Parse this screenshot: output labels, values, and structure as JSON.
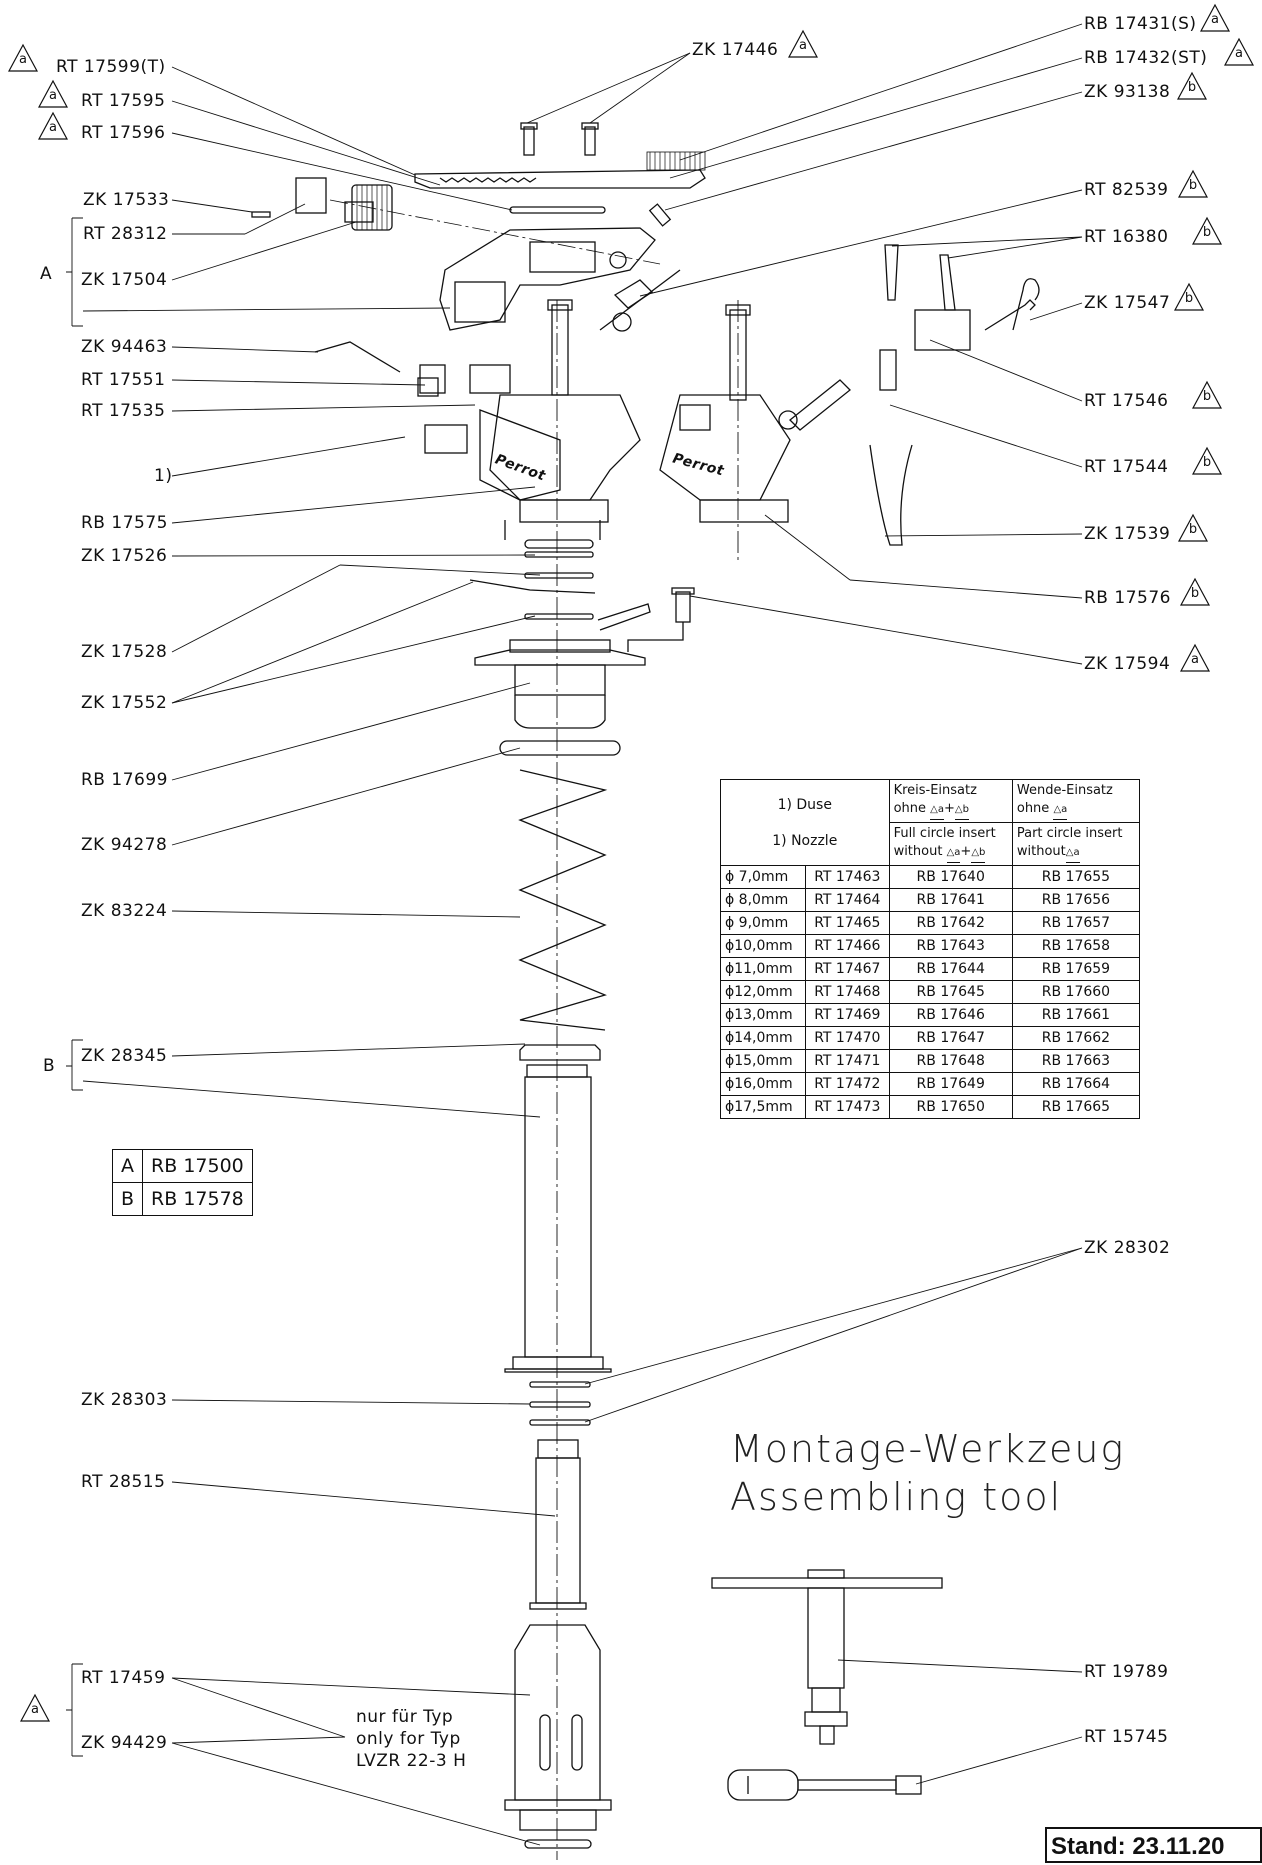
{
  "labels": {
    "rt17599": "RT 17599(T)",
    "rt17595": "RT 17595",
    "rt17596": "RT 17596",
    "zk17533": "ZK 17533",
    "rt28312": "RT 28312",
    "zk17504": "ZK 17504",
    "groupA": "A",
    "zk94463": "ZK 94463",
    "rt17551": "RT 17551",
    "rt17535": "RT 17535",
    "nozzleref": "1)",
    "rb17575": "RB 17575",
    "zk17526": "ZK 17526",
    "zk17528": "ZK 17528",
    "zk17552": "ZK 17552",
    "rb17699": "RB 17699",
    "zk94278": "ZK 94278",
    "zk83224": "ZK 83224",
    "zk28345": "ZK 28345",
    "groupB": "B",
    "zk28303": "ZK 28303",
    "rt28515": "RT 28515",
    "rt17459": "RT 17459",
    "zk94429": "ZK 94429",
    "zk17446": "ZK 17446",
    "rb17431": "RB 17431(S)",
    "rb17432": "RB 17432(ST)",
    "zk93138": "ZK 93138",
    "rt82539": "RT 82539",
    "rt16380": "RT 16380",
    "zk17547": "ZK 17547",
    "rt17546": "RT 17546",
    "rt17544": "RT 17544",
    "zk17539": "ZK 17539",
    "rb17576": "RB 17576",
    "zk17594": "ZK 17594",
    "zk28302": "ZK 28302",
    "rt19789": "RT 19789",
    "rt15745": "RT 15745",
    "brand": "Perrot"
  },
  "markers": {
    "a": "a",
    "b": "b"
  },
  "nozzle_table": {
    "h_duse": "1) Duse",
    "h_nozzle": "1) Nozzle",
    "h_kreis_de": "Kreis-Einsatz",
    "h_kreis_ohne": "ohne",
    "h_kreis_en": "Full circle insert",
    "h_kreis_without": "without",
    "h_wende_de": "Wende-Einsatz",
    "h_wende_ohne": "ohne",
    "h_wende_en": "Part circle insert",
    "h_wende_without": "without",
    "plus": "+",
    "rows": [
      [
        "ϕ 7,0mm",
        "RT 17463",
        "RB 17640",
        "RB 17655"
      ],
      [
        "ϕ 8,0mm",
        "RT 17464",
        "RB 17641",
        "RB 17656"
      ],
      [
        "ϕ 9,0mm",
        "RT 17465",
        "RB 17642",
        "RB 17657"
      ],
      [
        "ϕ10,0mm",
        "RT 17466",
        "RB 17643",
        "RB 17658"
      ],
      [
        "ϕ11,0mm",
        "RT 17467",
        "RB 17644",
        "RB 17659"
      ],
      [
        "ϕ12,0mm",
        "RT 17468",
        "RB 17645",
        "RB 17660"
      ],
      [
        "ϕ13,0mm",
        "RT 17469",
        "RB 17646",
        "RB 17661"
      ],
      [
        "ϕ14,0mm",
        "RT 17470",
        "RB 17647",
        "RB 17662"
      ],
      [
        "ϕ15,0mm",
        "RT 17471",
        "RB 17648",
        "RB 17663"
      ],
      [
        "ϕ16,0mm",
        "RT 17472",
        "RB 17649",
        "RB 17664"
      ],
      [
        "ϕ17,5mm",
        "RT 17473",
        "RB 17650",
        "RB 17665"
      ]
    ]
  },
  "set_table": [
    [
      "A",
      "RB 17500"
    ],
    [
      "B",
      "RB 17578"
    ]
  ],
  "tool_title": {
    "de": "Montage-Werkzeug",
    "en": "Assembling tool"
  },
  "type_note": [
    "nur für Typ",
    "only for Typ",
    "LVZR 22-3 H"
  ],
  "stand": "Stand: 23.11.20"
}
